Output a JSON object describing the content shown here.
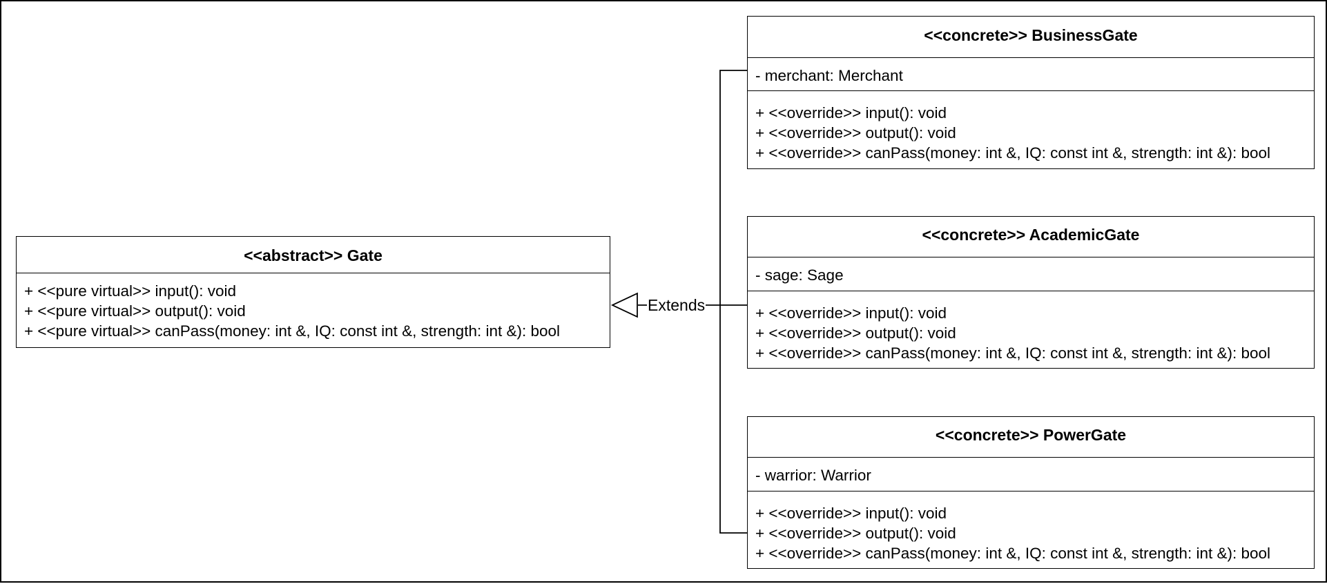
{
  "diagram": {
    "relation_label": "Extends",
    "classes": {
      "gate": {
        "title": "<<abstract>> Gate",
        "attributes": [],
        "methods": [
          "+ <<pure virtual>> input(): void",
          "+ <<pure virtual>> output(): void",
          "+ <<pure virtual>> canPass(money: int &, IQ: const int &, strength: int &): bool"
        ]
      },
      "business_gate": {
        "title": "<<concrete>> BusinessGate",
        "attributes": [
          "- merchant: Merchant"
        ],
        "methods": [
          "+ <<override>> input(): void",
          "+ <<override>> output(): void",
          "+ <<override>> canPass(money: int &, IQ: const int &, strength: int &): bool"
        ]
      },
      "academic_gate": {
        "title": "<<concrete>> AcademicGate",
        "attributes": [
          "- sage: Sage"
        ],
        "methods": [
          "+ <<override>> input(): void",
          "+ <<override>> output(): void",
          "+ <<override>> canPass(money: int &, IQ: const int &, strength: int &): bool"
        ]
      },
      "power_gate": {
        "title": "<<concrete>> PowerGate",
        "attributes": [
          "- warrior: Warrior"
        ],
        "methods": [
          "+ <<override>> input(): void",
          "+ <<override>> output(): void",
          "+ <<override>> canPass(money: int &, IQ: const int &, strength: int &): bool"
        ]
      }
    }
  }
}
